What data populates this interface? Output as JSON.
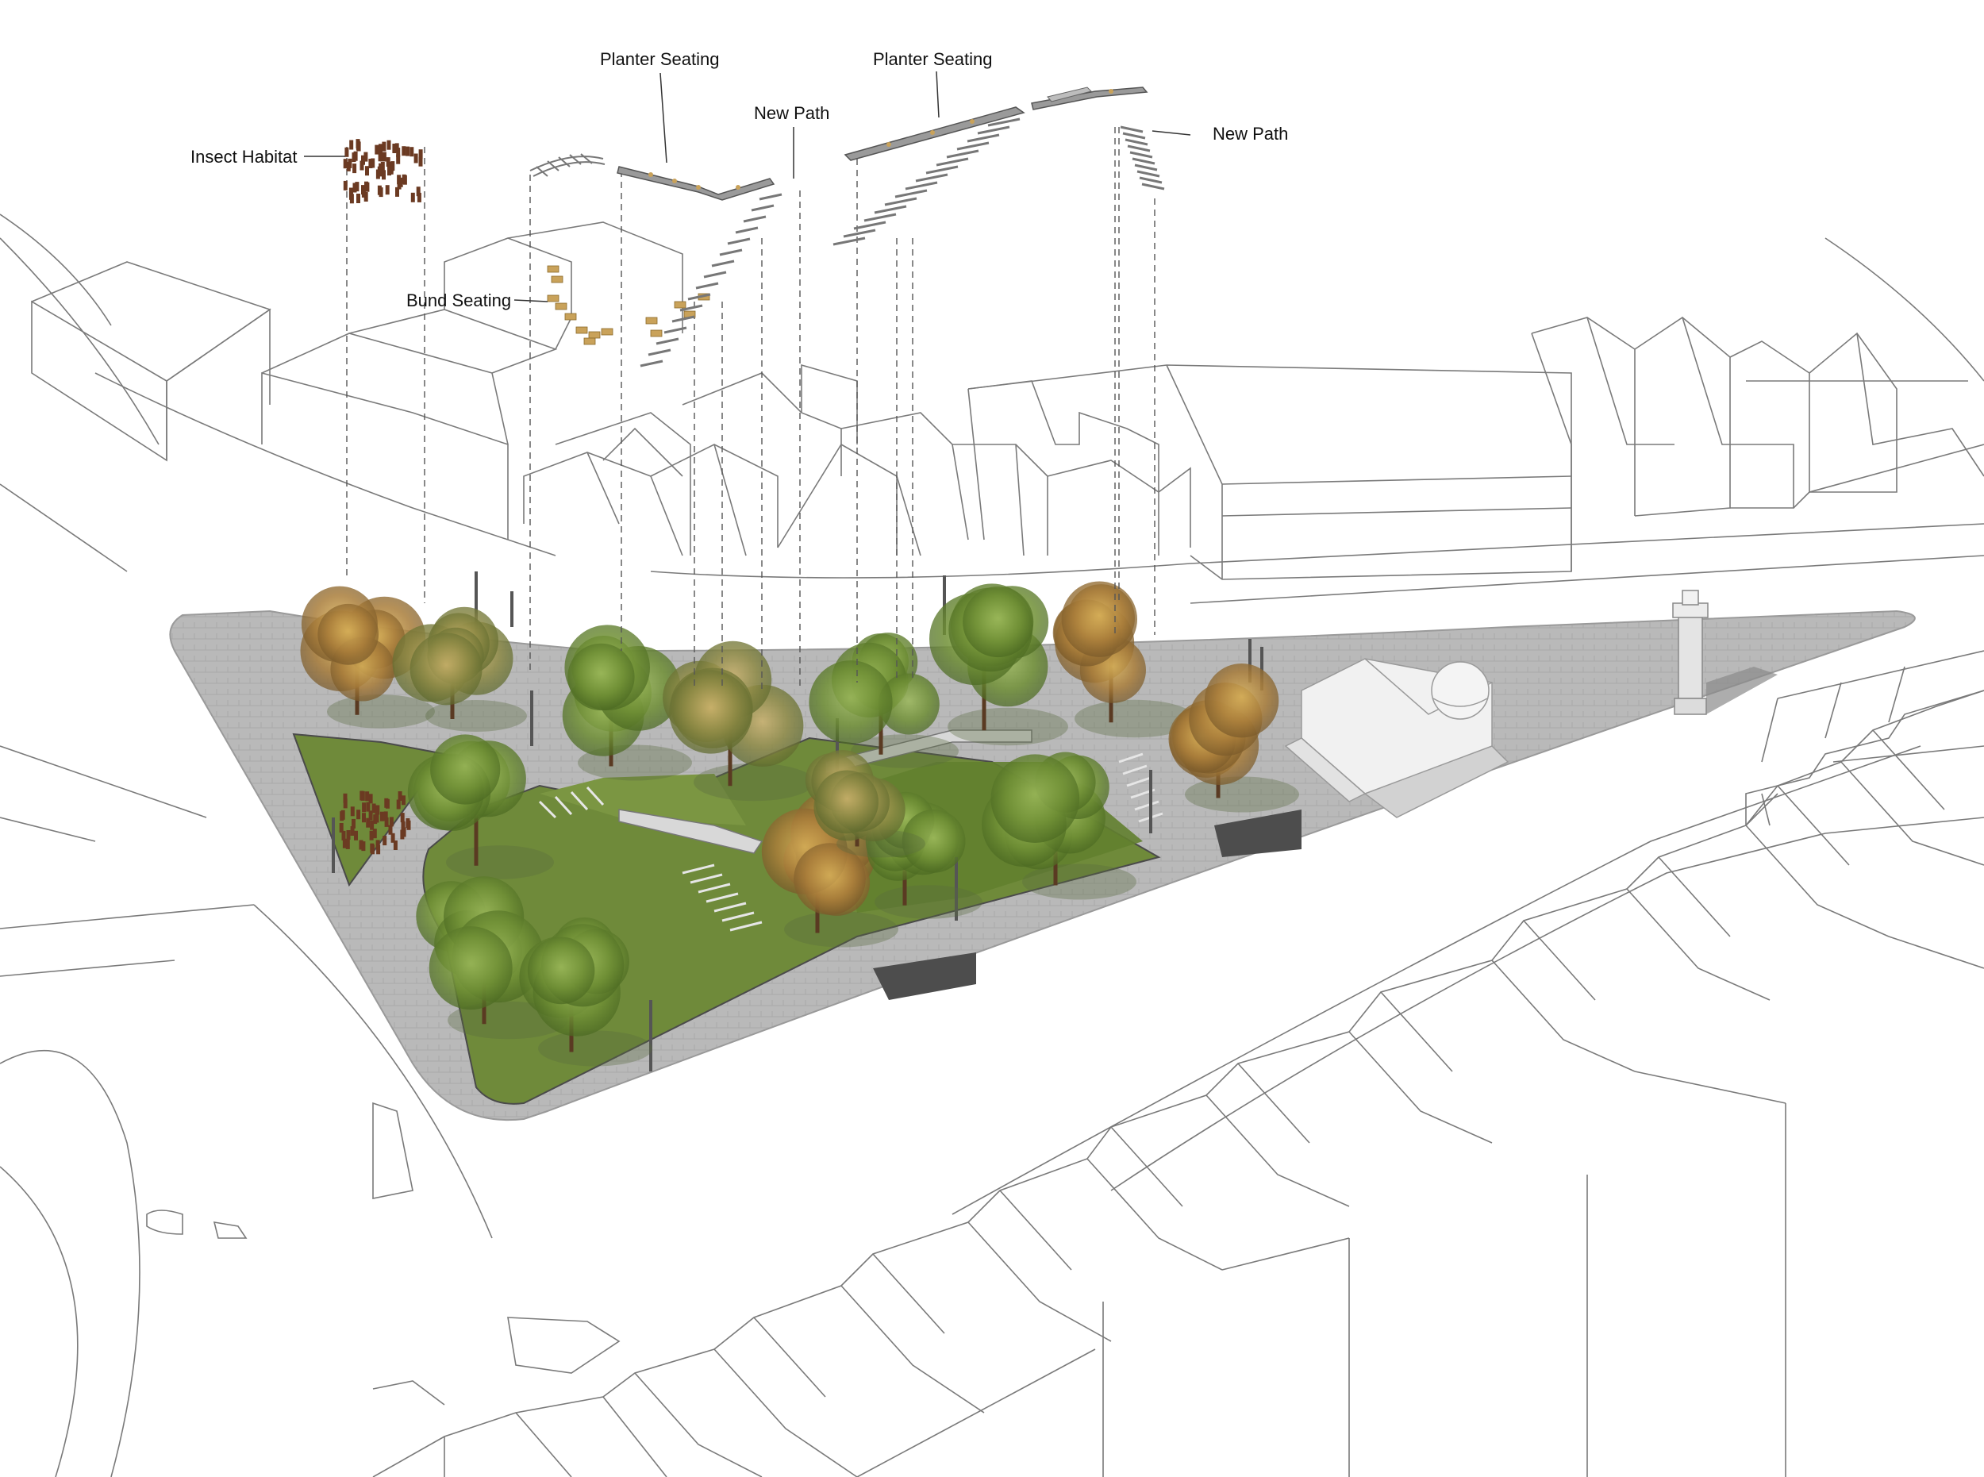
{
  "labels": {
    "insect_habitat": "Insect Habitat",
    "bund_seating": "Bund Seating",
    "planter_seating_1": "Planter Seating",
    "planter_seating_2": "Planter Seating",
    "new_path_1": "New Path",
    "new_path_2": "New Path"
  },
  "colors": {
    "paving": "#b9b9b9",
    "paving_dark": "#9a9a9a",
    "lawn": "#6f8a3a",
    "lawn_dark": "#55702a",
    "tree_green": "#7c9a3e",
    "tree_autumn": "#b38a3c",
    "trunk": "#5a3a22",
    "habitat": "#6b3a22",
    "bench": "#c9a25a",
    "outline": "#7a7a7a",
    "leader": "#333333",
    "projection": "#555555"
  }
}
